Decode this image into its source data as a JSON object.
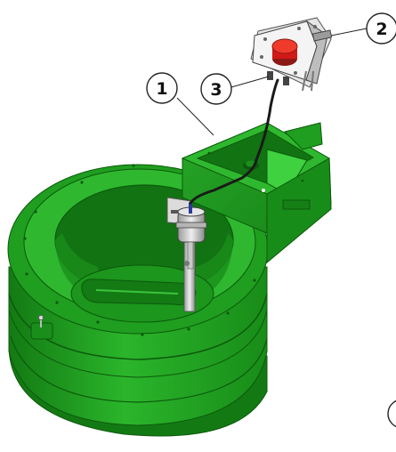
{
  "callouts": [
    {
      "id": "1",
      "label": "1"
    },
    {
      "id": "2",
      "label": "2"
    },
    {
      "id": "3",
      "label": "3"
    }
  ],
  "colors": {
    "body_green": "#1f9e1f",
    "body_dark": "#137a13",
    "body_light": "#3cc43c",
    "panel_green": "#3fd13f",
    "button_red": "#e0201c",
    "metal": "#cfcfcf",
    "line": "#222222"
  }
}
